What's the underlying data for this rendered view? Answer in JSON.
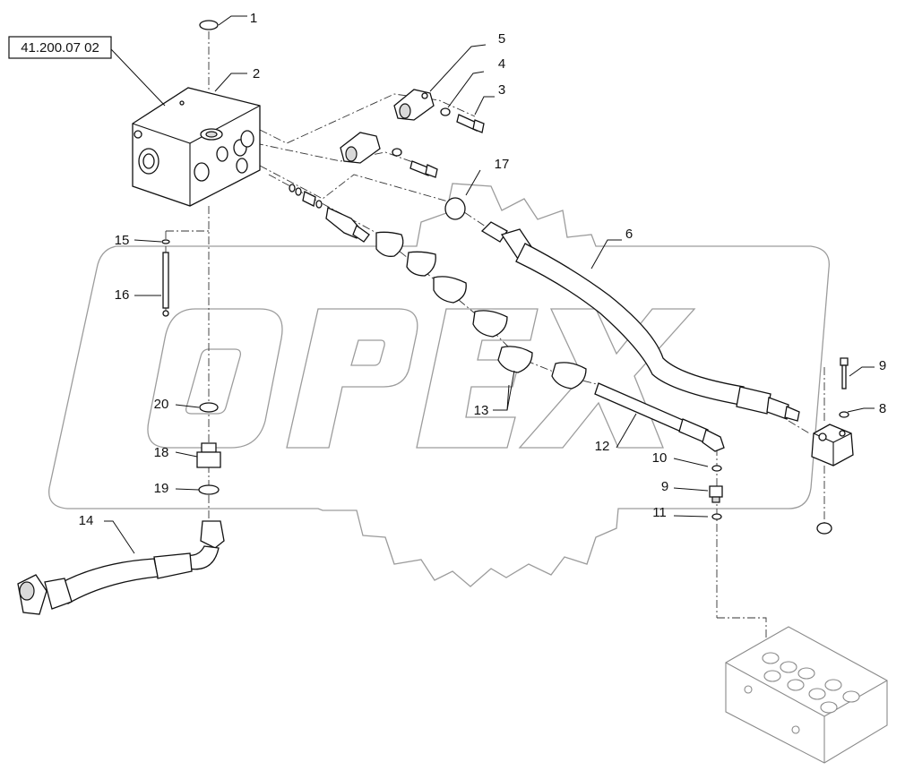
{
  "reference_box": "41.200.07 02",
  "callouts": [
    {
      "id": "c1",
      "label": "1"
    },
    {
      "id": "c2",
      "label": "2"
    },
    {
      "id": "c3",
      "label": "3"
    },
    {
      "id": "c4",
      "label": "4"
    },
    {
      "id": "c5",
      "label": "5"
    },
    {
      "id": "c6",
      "label": "6"
    },
    {
      "id": "c8",
      "label": "8"
    },
    {
      "id": "c9a",
      "label": "9"
    },
    {
      "id": "c9b",
      "label": "9"
    },
    {
      "id": "c10",
      "label": "10"
    },
    {
      "id": "c11",
      "label": "11"
    },
    {
      "id": "c12",
      "label": "12"
    },
    {
      "id": "c13",
      "label": "13"
    },
    {
      "id": "c14",
      "label": "14"
    },
    {
      "id": "c15",
      "label": "15"
    },
    {
      "id": "c16",
      "label": "16"
    },
    {
      "id": "c17",
      "label": "17"
    },
    {
      "id": "c18",
      "label": "18"
    },
    {
      "id": "c19",
      "label": "19"
    },
    {
      "id": "c20",
      "label": "20"
    }
  ],
  "watermark_icon": "gear-logo-icon"
}
